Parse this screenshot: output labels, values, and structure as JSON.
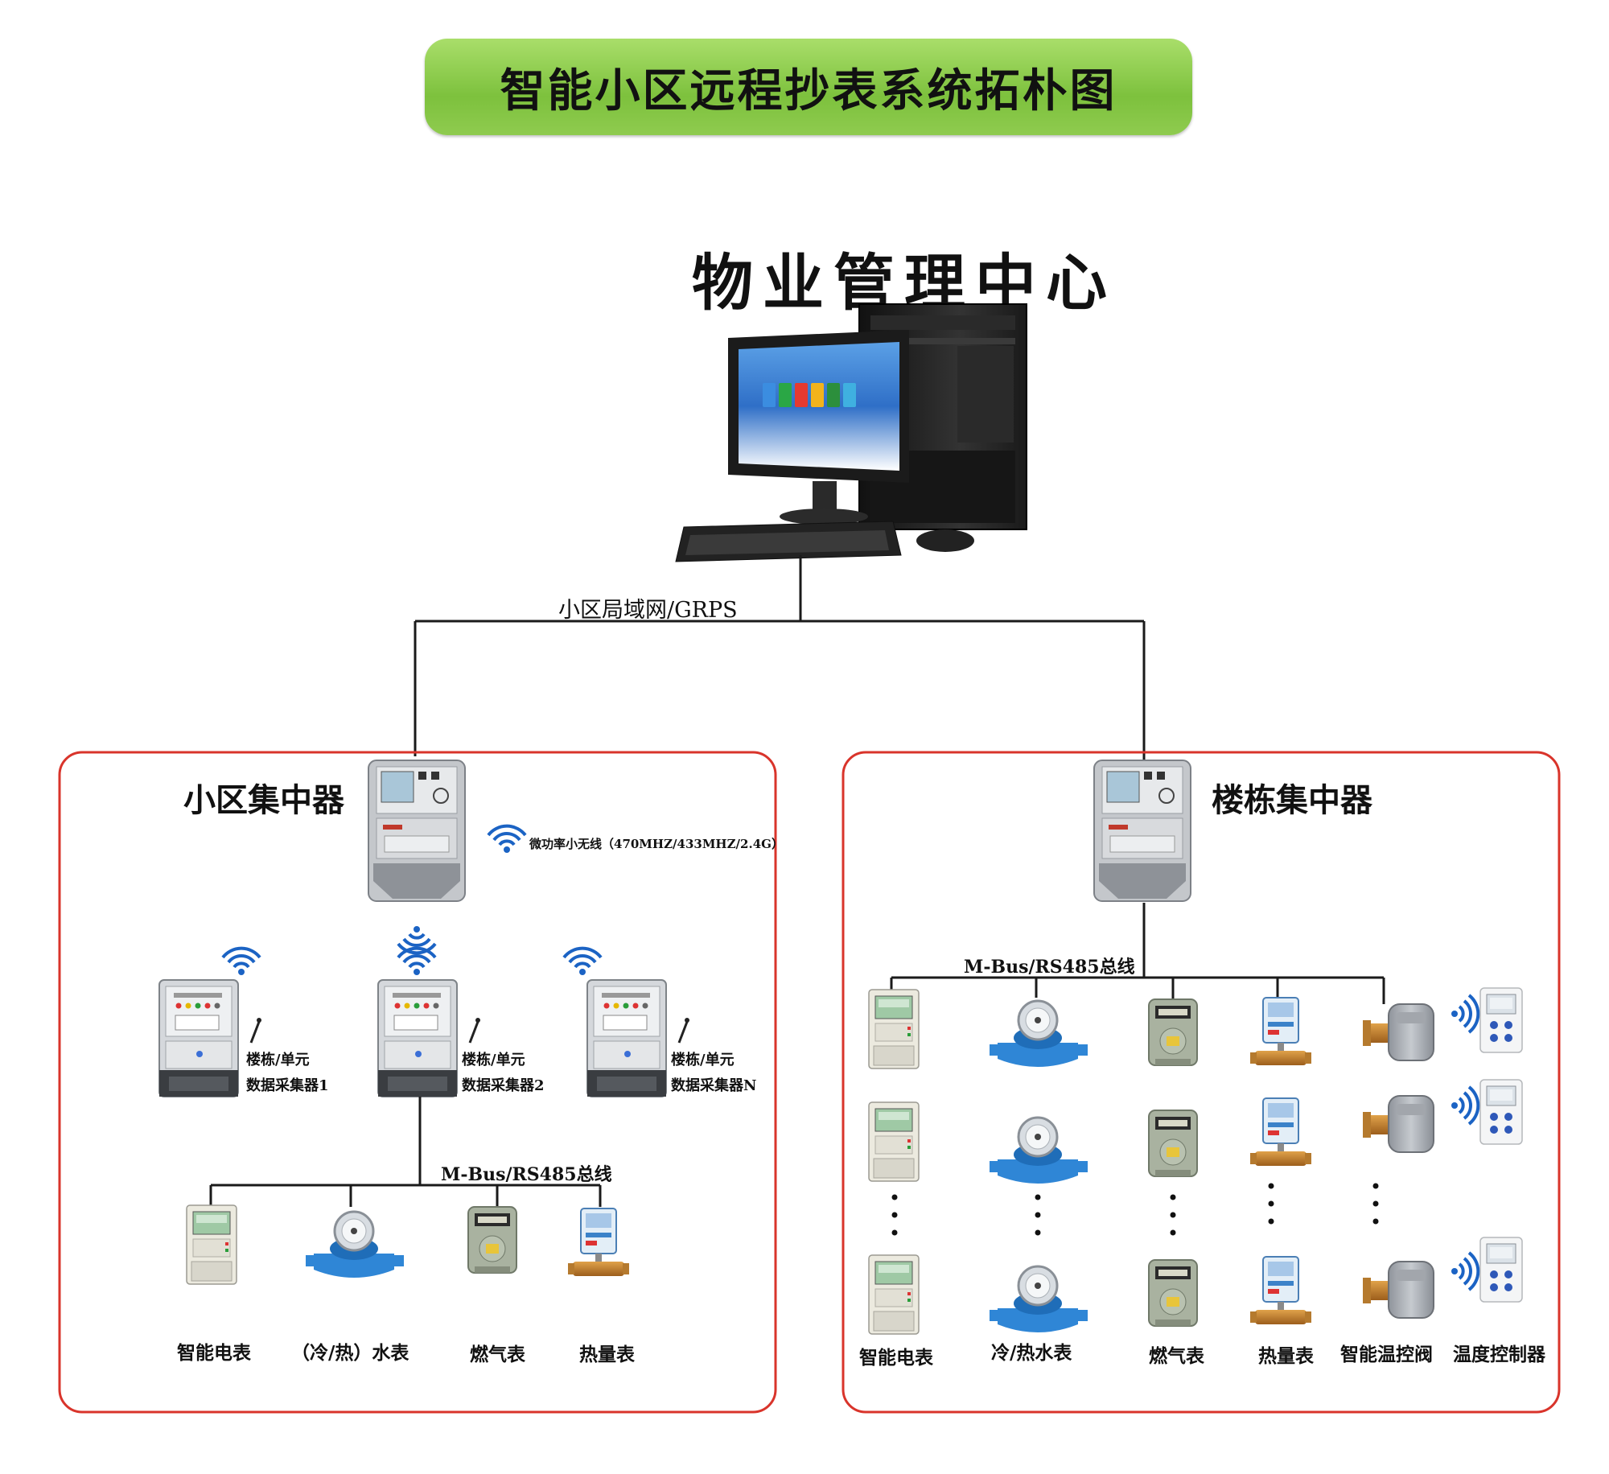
{
  "title": "智能小区远程抄表系统拓朴图",
  "center": "物业管理中心",
  "network_label": "小区局域网/GRPS",
  "left_panel": {
    "concentrator": "小区集中器",
    "wireless": "微功率小无线（470MHZ/433MHZ/2.4G）",
    "collectors": [
      {
        "line1": "楼栋/单元",
        "line2": "数据采集器1"
      },
      {
        "line1": "楼栋/单元",
        "line2": "数据采集器2"
      },
      {
        "line1": "楼栋/单元",
        "line2": "数据采集器N"
      }
    ],
    "bus": "M-Bus/RS485总线",
    "devices": [
      "智能电表",
      "（冷/热）水表",
      "燃气表",
      "热量表"
    ]
  },
  "right_panel": {
    "concentrator": "楼栋集中器",
    "bus": "M-Bus/RS485总线",
    "devices": [
      "智能电表",
      "冷/热水表",
      "燃气表",
      "热量表",
      "智能温控阀",
      "温度控制器"
    ]
  },
  "colors": {
    "panel_border": "#d9342b",
    "line": "#1a1a1a",
    "wifi": "#1b63c4",
    "banner": "#86c748",
    "water_meter": "#2f86d6"
  }
}
